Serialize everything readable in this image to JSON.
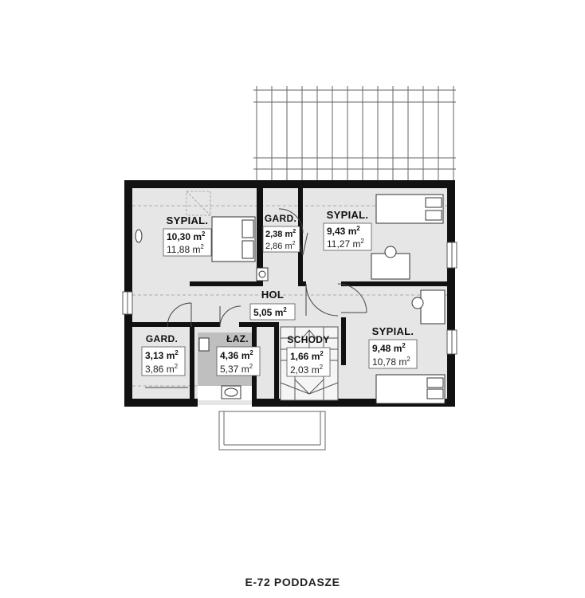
{
  "plan_title": "E-72 PODDASZE",
  "colors": {
    "wall": "#111111",
    "floor": "#e6e6e6",
    "bath_floor": "#bfbfbf",
    "line": "#555555",
    "background": "#ffffff"
  },
  "rooms": [
    {
      "id": "bedroom-1",
      "label": "SYPIAL.",
      "area": "10,30 m",
      "area_total": "11,88 m"
    },
    {
      "id": "wardrobe-1",
      "label": "GARD.",
      "area": "2,38 m",
      "area_total": "2,86 m"
    },
    {
      "id": "bedroom-2",
      "label": "SYPIAL.",
      "area": "9,43 m",
      "area_total": "11,27 m"
    },
    {
      "id": "hall",
      "label": "HOL",
      "area": "5,05 m",
      "area_total": ""
    },
    {
      "id": "wardrobe-2",
      "label": "GARD.",
      "area": "3,13 m",
      "area_total": "3,86 m"
    },
    {
      "id": "bathroom",
      "label": "ŁAZ.",
      "area": "4,36 m",
      "area_total": "5,37 m"
    },
    {
      "id": "stairs",
      "label": "SCHODY",
      "area": "1,66 m",
      "area_total": "2,03 m"
    },
    {
      "id": "bedroom-3",
      "label": "SYPIAL.",
      "area": "9,48 m",
      "area_total": "10,78 m"
    }
  ],
  "area_unit_superscript": "2"
}
